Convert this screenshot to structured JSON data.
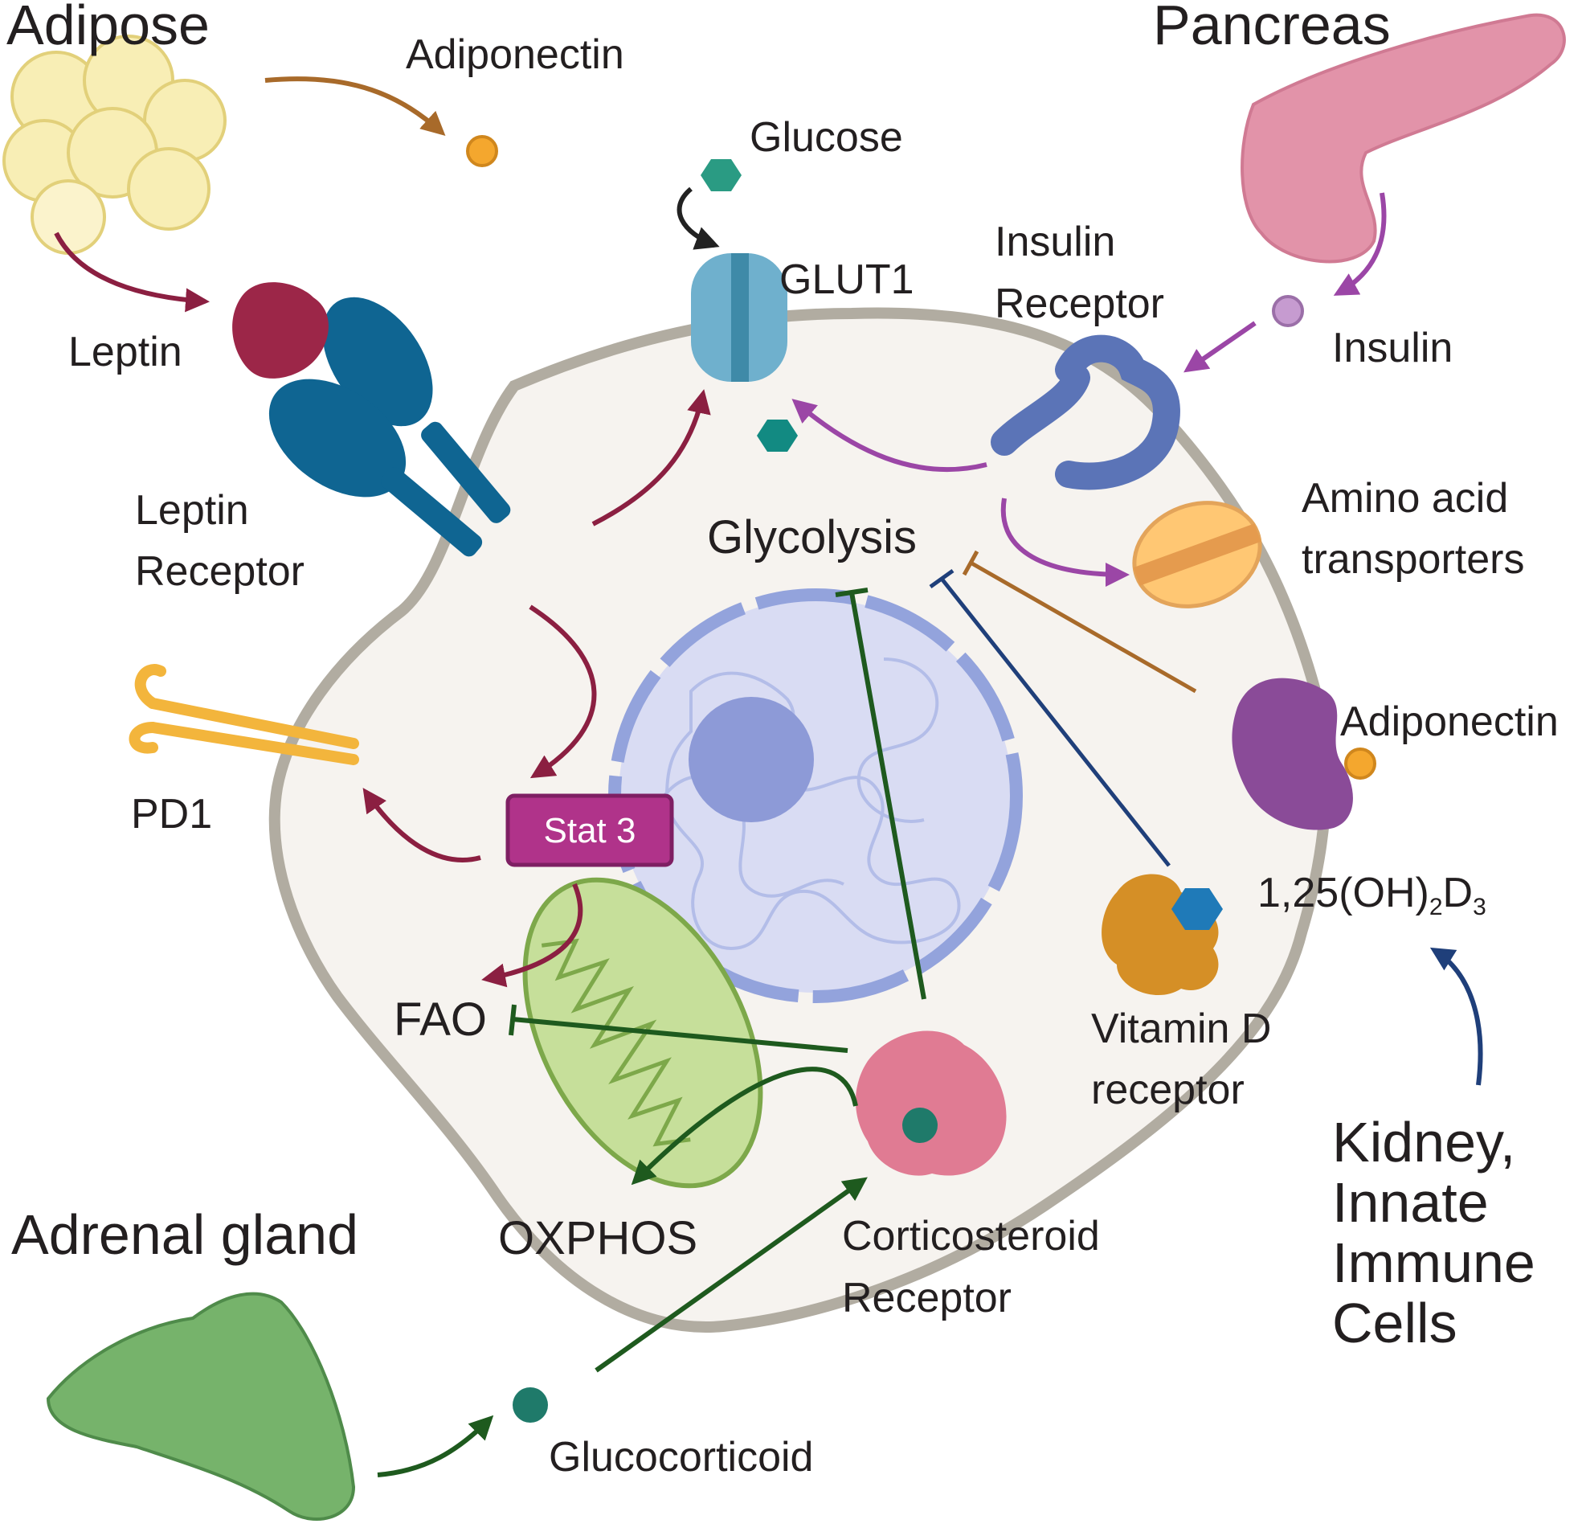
{
  "tissues": {
    "adipose": "Adipose",
    "pancreas": "Pancreas",
    "adrenal": "Adrenal gland",
    "kidney_line1": "Kidney,",
    "kidney_line2": "Innate",
    "kidney_line3": "Immune",
    "kidney_line4": "Cells"
  },
  "signals": {
    "adiponectin_top": "Adiponectin",
    "leptin": "Leptin",
    "glucose": "Glucose",
    "insulin": "Insulin",
    "adiponectin_right": "Adiponectin",
    "vitd_main": "1,25(OH)",
    "vitd_sub1": "2",
    "vitd_mid": "D",
    "vitd_sub2": "3",
    "glucocorticoid": "Glucocorticoid"
  },
  "receptors": {
    "glut1": "GLUT1",
    "insulin_receptor_line1": "Insulin",
    "insulin_receptor_line2": "Receptor",
    "leptin_receptor_line1": "Leptin",
    "leptin_receptor_line2": "Receptor",
    "amino_line1": "Amino acid",
    "amino_line2": "transporters",
    "pd1": "PD1",
    "vitd_receptor_line1": "Vitamin D",
    "vitd_receptor_line2": "receptor",
    "cort_line1": "Corticosteroid",
    "cort_line2": "Receptor"
  },
  "pathways": {
    "glycolysis": "Glycolysis",
    "stat3": "Stat 3",
    "fao": "FAO",
    "oxphos": "OXPHOS"
  },
  "colors": {
    "adiponectin": "#a86a2a",
    "leptin": "#8b1f41",
    "insulin": "#9b46a6",
    "glucocorticoid": "#1e5a1e",
    "vitamin_d": "#1f3f7a",
    "stat3": "#b0338a"
  }
}
